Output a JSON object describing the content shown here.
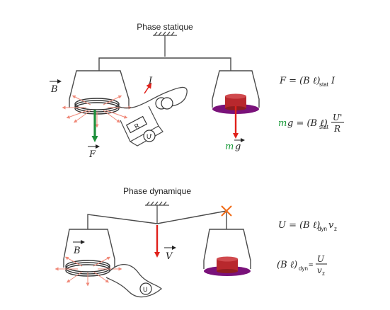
{
  "static": {
    "title": "Phase statique",
    "B": "B",
    "F": "F",
    "I": "I",
    "R": "R",
    "U_prime": "U'",
    "mg_m": "m",
    "mg_g": "g",
    "eq1": {
      "lhs": "F = (B ℓ)",
      "sub": "stat",
      "rhs": "I"
    },
    "eq2": {
      "m": "m",
      "g": "g = (B ℓ)",
      "sub": "stat",
      "num": "U'",
      "den": "R"
    }
  },
  "dynamic": {
    "title": "Phase dynamique",
    "B": "B",
    "V": "V",
    "U": "U",
    "eq1": {
      "lhs": "U = (B ℓ)",
      "sub": "dyn",
      "v": "v",
      "vsub": "z"
    },
    "eq2": {
      "lhs": "(B ℓ)",
      "sub": "dyn",
      "eq": "=",
      "num": "U",
      "den": "v",
      "densub": "z"
    }
  },
  "colors": {
    "frame": "#4a4a4a",
    "arrow_red": "#e0201a",
    "force_green": "#1d8f3a",
    "field_arrows": "#f08a7a",
    "mass": "#b8282d",
    "plate": "#7a127a",
    "cross": "#f07020"
  }
}
